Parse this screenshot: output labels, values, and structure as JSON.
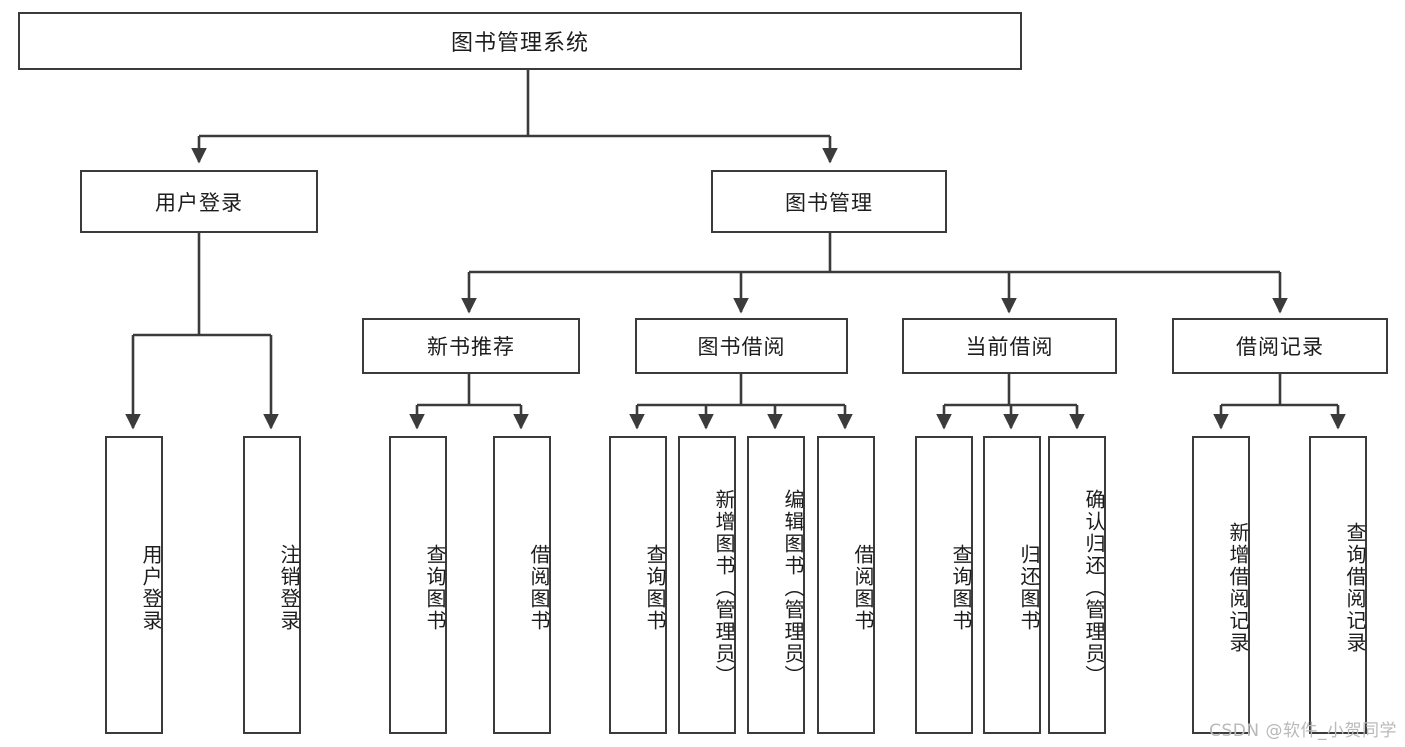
{
  "diagram": {
    "type": "tree-hierarchy",
    "title": "图书管理系统",
    "watermark": "CSDN @软件_小贺同学",
    "line_color": "#3b3b3b",
    "box_fill": "#ffffff",
    "text_color": "#1d1d1d",
    "watermark_color": "#b9b9b9"
  },
  "nodes": {
    "root": {
      "label": "图书管理系统",
      "level": 1,
      "orientation": "horizontal"
    },
    "l2": [
      {
        "id": "user-login",
        "label": "用户登录",
        "level": 2,
        "orientation": "horizontal"
      },
      {
        "id": "book-manage",
        "label": "图书管理",
        "level": 2,
        "orientation": "horizontal"
      }
    ],
    "l3": [
      {
        "id": "new-book-rec",
        "label": "新书推荐",
        "level": 3,
        "orientation": "horizontal"
      },
      {
        "id": "book-borrow",
        "label": "图书借阅",
        "level": 3,
        "orientation": "horizontal"
      },
      {
        "id": "current-borrow",
        "label": "当前借阅",
        "level": 3,
        "orientation": "horizontal"
      },
      {
        "id": "borrow-record",
        "label": "借阅记录",
        "level": 3,
        "orientation": "horizontal"
      }
    ],
    "leaves": [
      {
        "id": "leaf-user-login",
        "label": "用户登录",
        "parent": "user-login",
        "orientation": "vertical"
      },
      {
        "id": "leaf-user-logout",
        "label": "注销登录",
        "parent": "user-login",
        "orientation": "vertical"
      },
      {
        "id": "leaf-query-book-1",
        "label": "查询图书",
        "parent": "new-book-rec",
        "orientation": "vertical"
      },
      {
        "id": "leaf-borrow-book-1",
        "label": "借阅图书",
        "parent": "new-book-rec",
        "orientation": "vertical"
      },
      {
        "id": "leaf-query-book-2",
        "label": "查询图书",
        "parent": "book-borrow",
        "orientation": "vertical"
      },
      {
        "id": "leaf-add-book",
        "label": "新增图书（管理员）",
        "parent": "book-borrow",
        "orientation": "vertical"
      },
      {
        "id": "leaf-edit-book",
        "label": "编辑图书（管理员）",
        "parent": "book-borrow",
        "orientation": "vertical"
      },
      {
        "id": "leaf-borrow-book-2",
        "label": "借阅图书",
        "parent": "book-borrow",
        "orientation": "vertical"
      },
      {
        "id": "leaf-query-book-3",
        "label": "查询图书",
        "parent": "current-borrow",
        "orientation": "vertical"
      },
      {
        "id": "leaf-return-book",
        "label": "归还图书",
        "parent": "current-borrow",
        "orientation": "vertical"
      },
      {
        "id": "leaf-confirm-return",
        "label": "确认归还（管理员）",
        "parent": "current-borrow",
        "orientation": "vertical"
      },
      {
        "id": "leaf-add-record",
        "label": "新增借阅记录",
        "parent": "borrow-record",
        "orientation": "vertical"
      },
      {
        "id": "leaf-query-record",
        "label": "查询借阅记录",
        "parent": "borrow-record",
        "orientation": "vertical"
      }
    ]
  }
}
